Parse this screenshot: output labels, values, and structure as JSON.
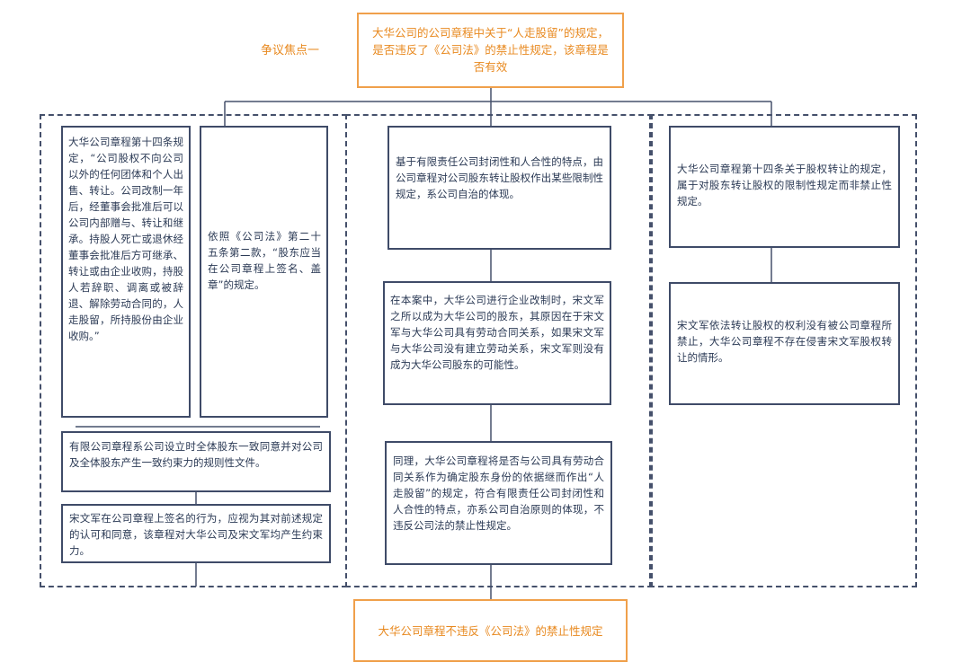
{
  "dispute_label": "争议焦点一",
  "issue": "大华公司的公司章程中关于“人走股留”的规定，是否违反了《公司法》的禁止性规定，该章程是否有效",
  "left": {
    "charter_clause": "大华公司章程第十四条规定，“公司股权不向公司以外的任何团体和个人出售、转让。公司改制一年后，经董事会批准后可以公司内部赠与、转让和继承。持股人死亡或退休经董事会批准后方可继承、转让或由企业收购，持股人若辞职、调离或被辞退、解除劳动合同的，人走股留，所持股份由企业收购。”",
    "law_clause": "依照《公司法》第二十五条第二款，“股东应当在公司章程上签名、盖章”的规定。",
    "charter_nature": "有限公司章程系公司设立时全体股东一致同意并对公司及全体股东产生一致约束力的规则性文件。",
    "signature": "宋文军在公司章程上签名的行为，应视为其对前述规定的认可和同意，该章程对大华公司及宋文军均产生约束力。"
  },
  "middle": {
    "closedness": "基于有限责任公司封闭性和人合性的特点，由公司章程对公司股东转让股权作出某些限制性规定，系公司自治的体现。",
    "employment": "在本案中，大华公司进行企业改制时，宋文军之所以成为大华公司的股东，其原因在于宋文军与大华公司具有劳动合同关系，如果宋文军与大华公司没有建立劳动关系，宋文军则没有成为大华公司股东的可能性。",
    "reasoning": "同理，大华公司章程将是否与公司具有劳动合同关系作为确定股东身份的依据继而作出“人走股留”的规定，符合有限责任公司封闭性和人合性的特点，亦系公司自治原则的体现，不违反公司法的禁止性规定。"
  },
  "right": {
    "restrictive": "大华公司章程第十四条关于股权转让的规定，属于对股东转让股权的限制性规定而非禁止性规定。",
    "no_infringement": "宋文军依法转让股权的权利没有被公司章程所禁止，大华公司章程不存在侵害宋文军股权转让的情形。"
  },
  "conclusion": "大华公司章程不违反《公司法》的禁止性规定",
  "colors": {
    "accent": "#f0a04b",
    "box_border": "#3f4b68",
    "text": "#2b3a55"
  }
}
